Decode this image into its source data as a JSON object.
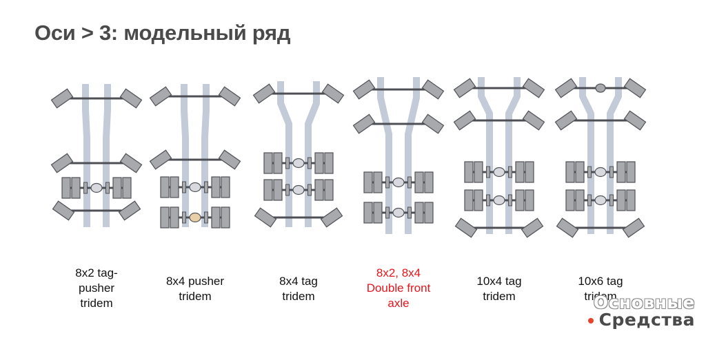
{
  "slide": {
    "title": "Оси > 3: модельный ряд"
  },
  "configurations": [
    {
      "lines": [
        "8x2 tag-",
        "pusher",
        "tridem"
      ],
      "highlight": false
    },
    {
      "lines": [
        "8x4 pusher",
        "tridem"
      ],
      "highlight": false
    },
    {
      "lines": [
        "8x4 tag",
        "tridem"
      ],
      "highlight": false
    },
    {
      "lines": [
        "8x2, 8x4",
        "Double front",
        "axle"
      ],
      "highlight": true
    },
    {
      "lines": [
        "10x4 tag",
        "tridem"
      ],
      "highlight": false
    },
    {
      "lines": [
        "10x6 tag",
        "tridem"
      ],
      "highlight": false
    }
  ],
  "watermark": {
    "line1": "Основные",
    "line2": "Средства"
  },
  "colors": {
    "title": "#4a4a4a",
    "label": "#111111",
    "highlight": "#e8141c",
    "frame": "#c3cad8",
    "wheel_fill": "#a7a9ad",
    "wheel_stroke": "#505257",
    "axle": "#4d4f55",
    "pusher_hub": "#e8cfa8"
  }
}
